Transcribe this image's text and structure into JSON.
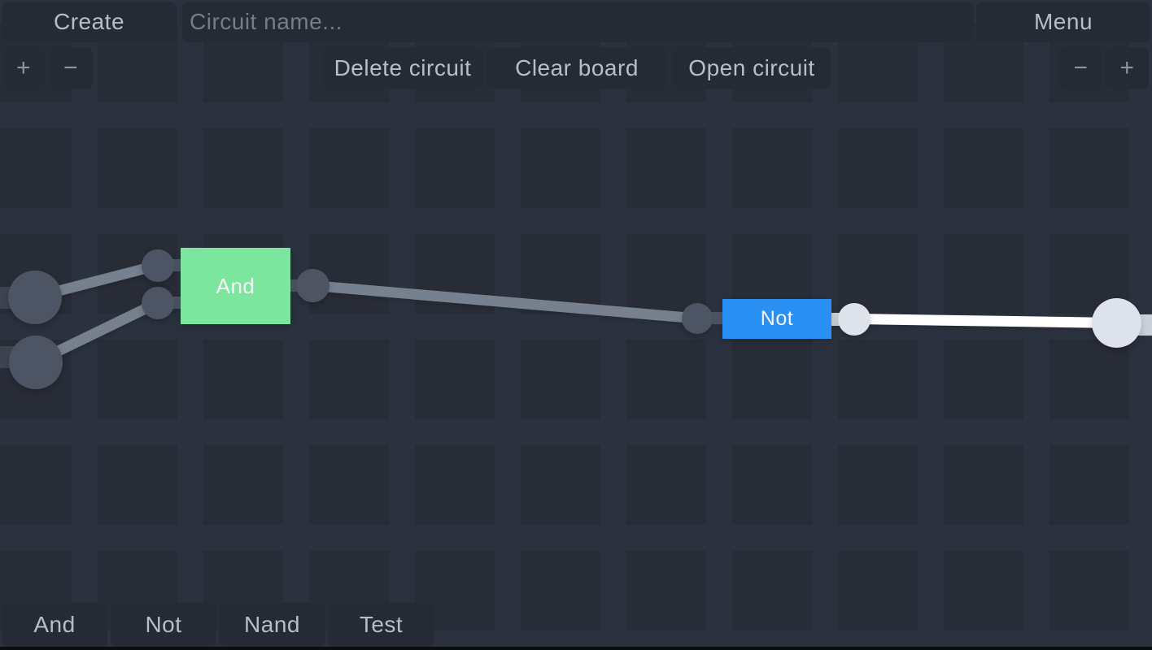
{
  "app": {
    "background_color": "#2b303c",
    "grid_square_color": "#282c37"
  },
  "topbar": {
    "create_label": "Create",
    "circuit_name_placeholder": "Circuit name...",
    "menu_label": "Menu"
  },
  "zoom_controls": {
    "zoom_in_label": "+",
    "zoom_out_label": "−"
  },
  "toolbar": {
    "delete_circuit_label": "Delete circuit",
    "clear_board_label": "Clear board",
    "open_circuit_label": "Open circuit"
  },
  "canvas": {
    "gates": [
      {
        "type": "and-gate",
        "label": "And",
        "color": "#7de69e"
      },
      {
        "type": "not-gate",
        "label": "Not",
        "color": "#2b90f4"
      }
    ],
    "wire_colors": {
      "inactive": "#76808e",
      "active": "#ffffff"
    },
    "node_colors": {
      "inactive": "#4d5565",
      "active": "#dee3eb"
    }
  },
  "palette": {
    "items": [
      {
        "label": "And"
      },
      {
        "label": "Not"
      },
      {
        "label": "Nand"
      },
      {
        "label": "Test"
      }
    ]
  }
}
